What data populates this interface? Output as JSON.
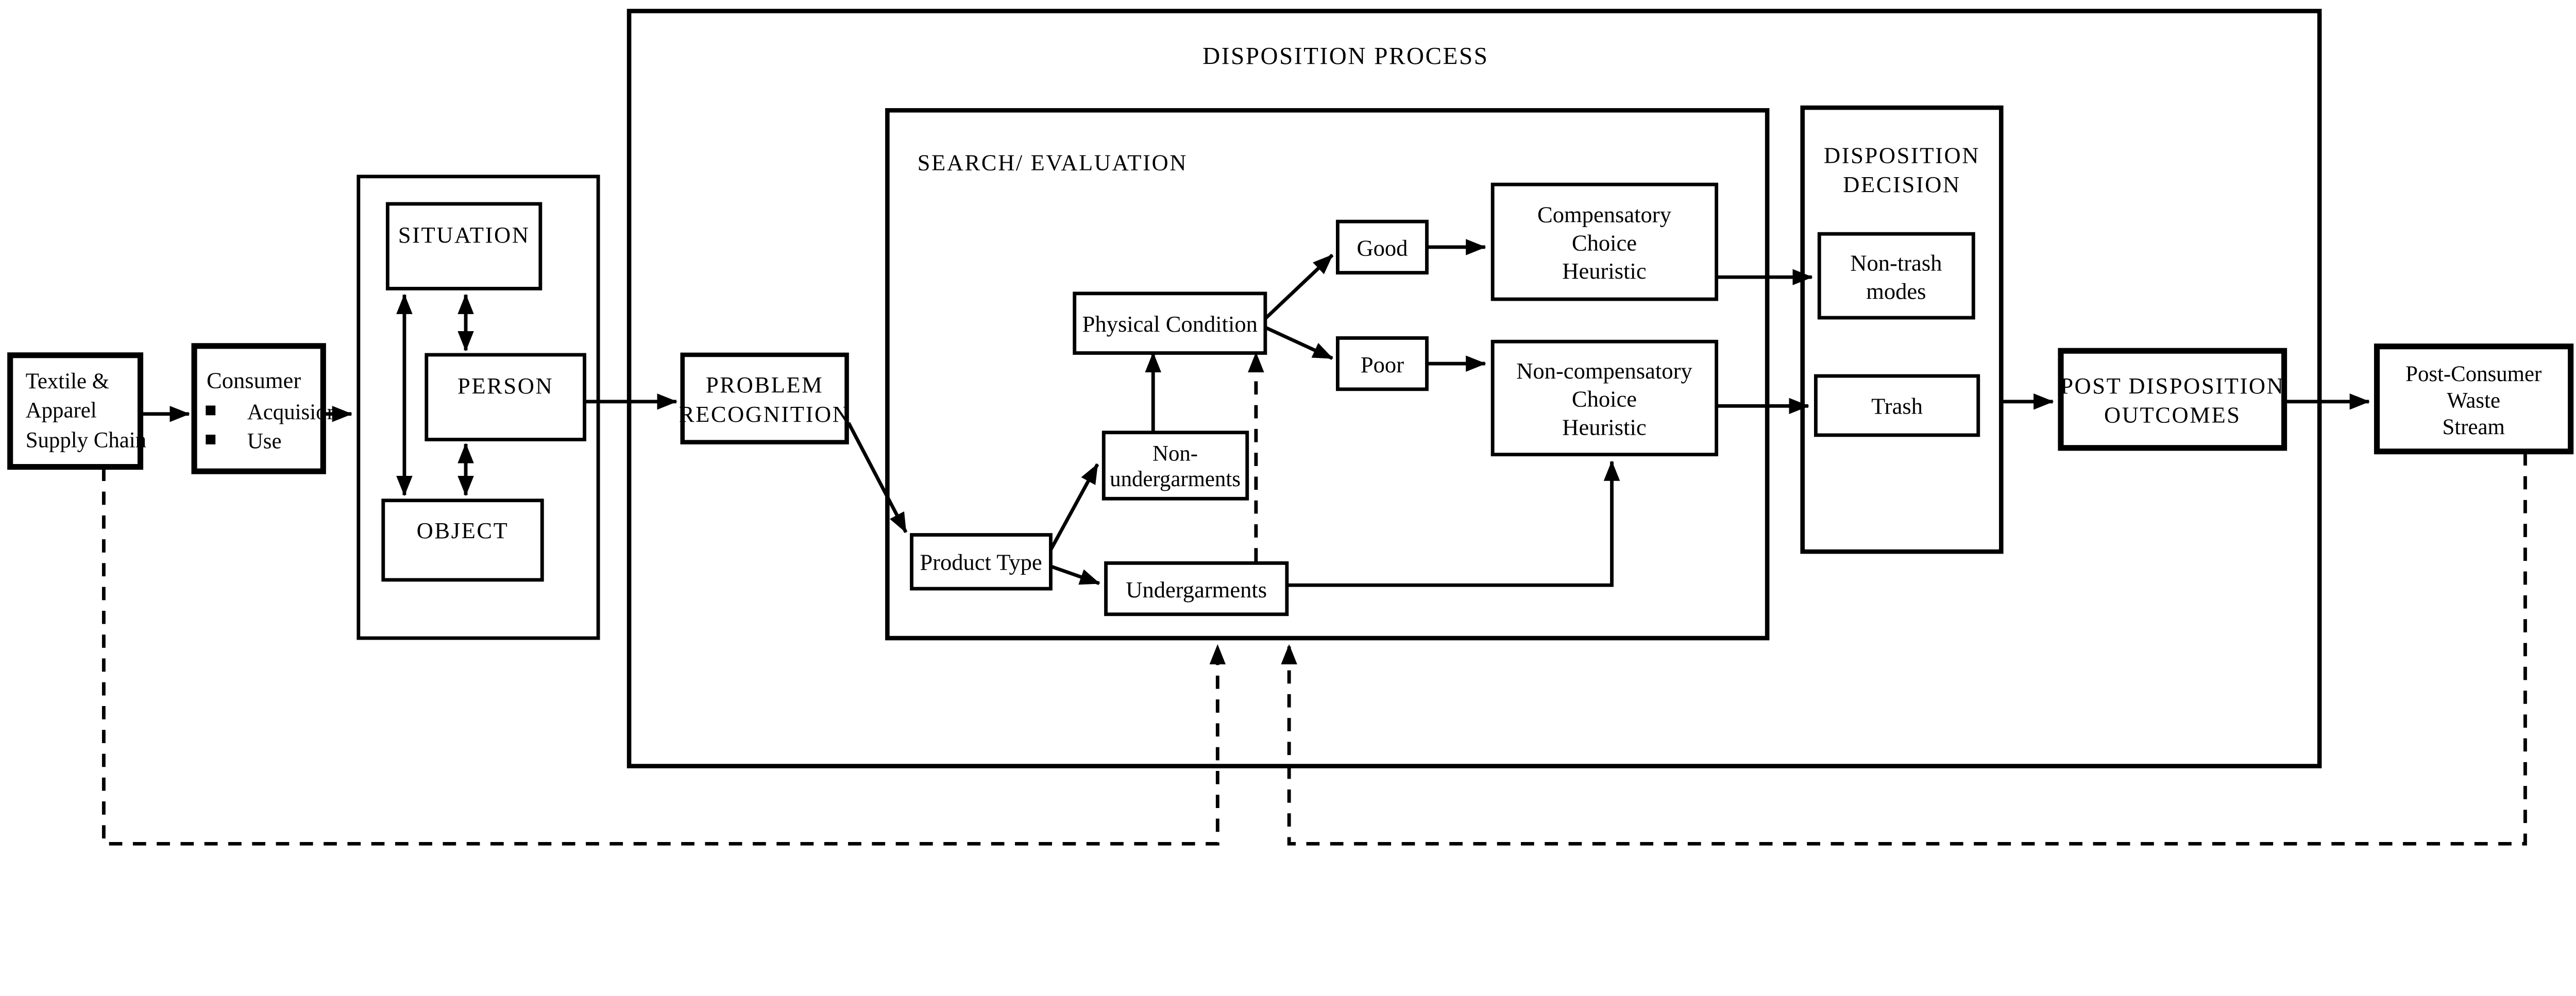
{
  "diagram": {
    "title": "DISPOSITION PROCESS",
    "containers": {
      "search_evaluation": {
        "label": "SEARCH/ EVALUATION"
      },
      "disposition_decision": {
        "line1": "DISPOSITION",
        "line2": "DECISION"
      }
    },
    "nodes": {
      "textile_apparel_supply_chain": {
        "line1": "Textile &",
        "line2": "Apparel",
        "line3": "Supply Chain"
      },
      "consumer": {
        "title": "Consumer",
        "bullet1": "Acquision",
        "bullet2": "Use"
      },
      "situation": {
        "label": "SITUATION"
      },
      "person": {
        "label": "PERSON"
      },
      "object": {
        "label": "OBJECT"
      },
      "problem_recognition": {
        "line1": "PROBLEM",
        "line2": "RECOGNITION"
      },
      "product_type": {
        "label": "Product Type"
      },
      "non_undergarments": {
        "line1": "Non-",
        "line2": "undergarments"
      },
      "undergarments": {
        "label": "Undergarments"
      },
      "physical_condition": {
        "label": "Physical Condition"
      },
      "good": {
        "label": "Good"
      },
      "poor": {
        "label": "Poor"
      },
      "compensatory_choice_heuristic": {
        "line1": "Compensatory",
        "line2": "Choice",
        "line3": "Heuristic"
      },
      "non_compensatory_choice_heuristic": {
        "line1": "Non-compensatory",
        "line2": "Choice",
        "line3": "Heuristic"
      },
      "non_trash_modes": {
        "line1": "Non-trash",
        "line2": "modes"
      },
      "trash": {
        "label": "Trash"
      },
      "post_disposition_outcomes": {
        "line1": "POST DISPOSITION",
        "line2": "OUTCOMES"
      },
      "post_consumer_waste_stream": {
        "line1": "Post-Consumer",
        "line2": "Waste",
        "line3": "Stream"
      }
    },
    "colors": {
      "stroke": "#000000",
      "background": "#ffffff"
    }
  }
}
